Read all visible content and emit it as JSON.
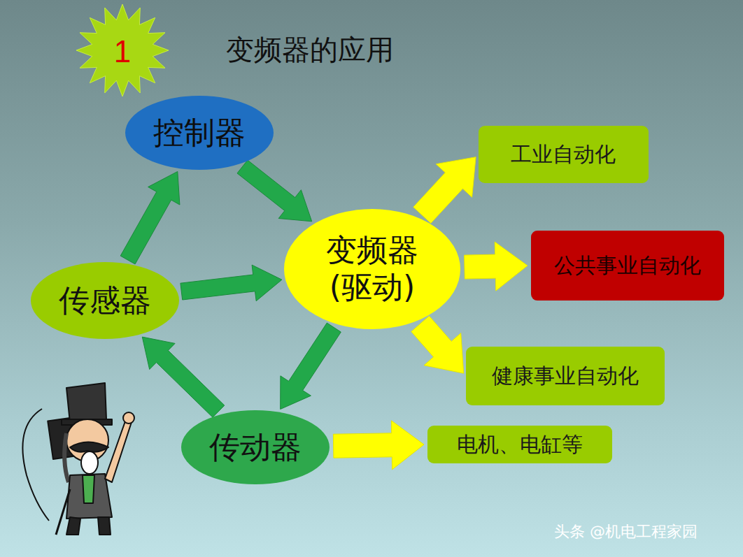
{
  "diagram": {
    "title": "变频器的应用",
    "nodes": [
      {
        "text": [
          "控制器"
        ]
      },
      {
        "text": [
          "变频器 (驱动)"
        ]
      },
      {
        "text": [
          "传感器"
        ]
      },
      {
        "text": [
          "传动器"
        ]
      },
      {
        "text": [
          "工业自动化"
        ]
      },
      {
        "text": [
          "公共事业自动化"
        ]
      },
      {
        "text": [
          "健康事业自动化"
        ]
      },
      {
        "text": [
          "电机、电缸等"
        ]
      }
    ],
    "edges": [
      {
        "from": 2,
        "to": 0,
        "arrow": "to"
      },
      {
        "from": 0,
        "to": 1,
        "arrow": "to"
      },
      {
        "from": 2,
        "to": 1,
        "arrow": "to"
      },
      {
        "from": 1,
        "to": 3,
        "arrow": "to"
      },
      {
        "from": 3,
        "to": 2,
        "arrow": "to"
      },
      {
        "from": 1,
        "to": 4,
        "arrow": "to"
      },
      {
        "from": 1,
        "to": 5,
        "arrow": "to"
      },
      {
        "from": 1,
        "to": 6,
        "arrow": "to"
      },
      {
        "from": 3,
        "to": 7,
        "arrow": "to"
      }
    ],
    "labels": [
      "1",
      "头条 @机电工程家园"
    ]
  }
}
